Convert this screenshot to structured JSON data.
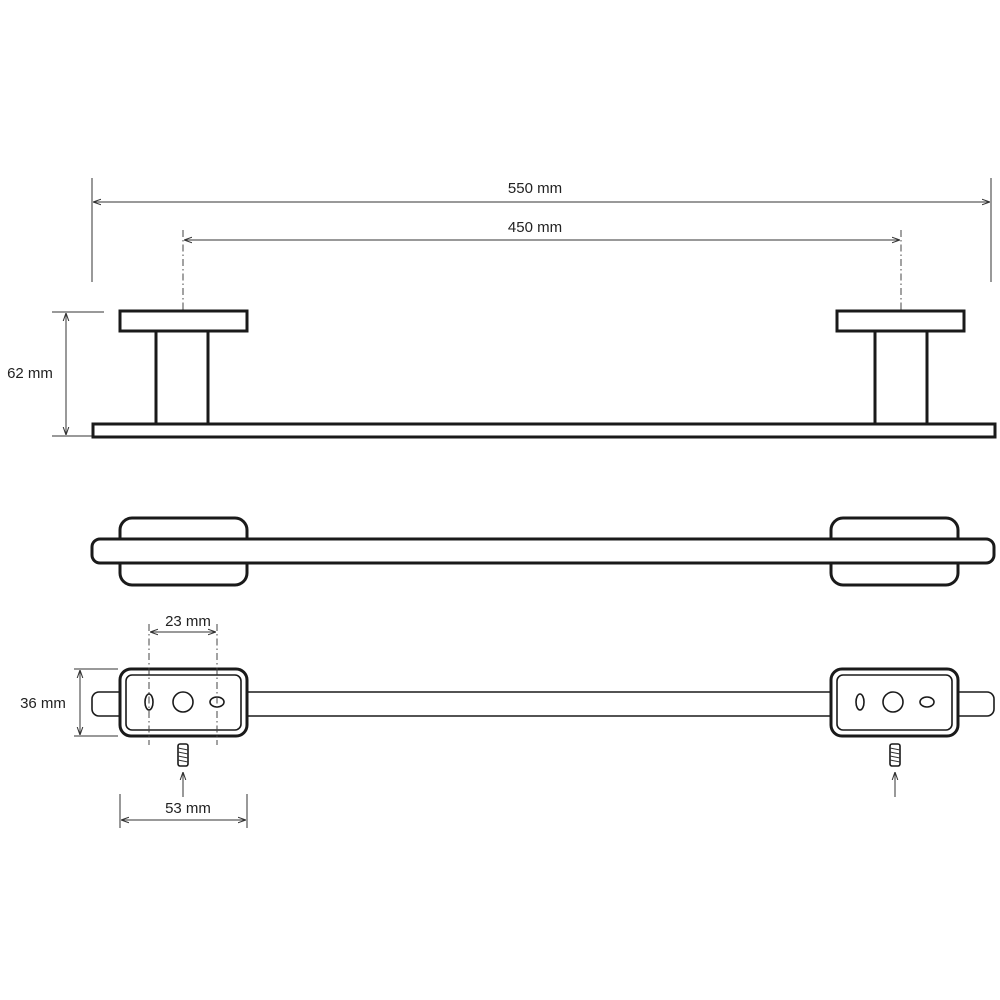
{
  "dimensions": {
    "overall_length": "550 mm",
    "mounting_distance": "450 mm",
    "projection": "62 mm",
    "hole_spacing": "23 mm",
    "base_height": "36 mm",
    "base_width": "53 mm"
  },
  "colors": {
    "line": "#1a1a1a",
    "background": "#ffffff"
  },
  "icons": {
    "screw": "screw-icon",
    "arrow": "arrow-up-icon"
  }
}
